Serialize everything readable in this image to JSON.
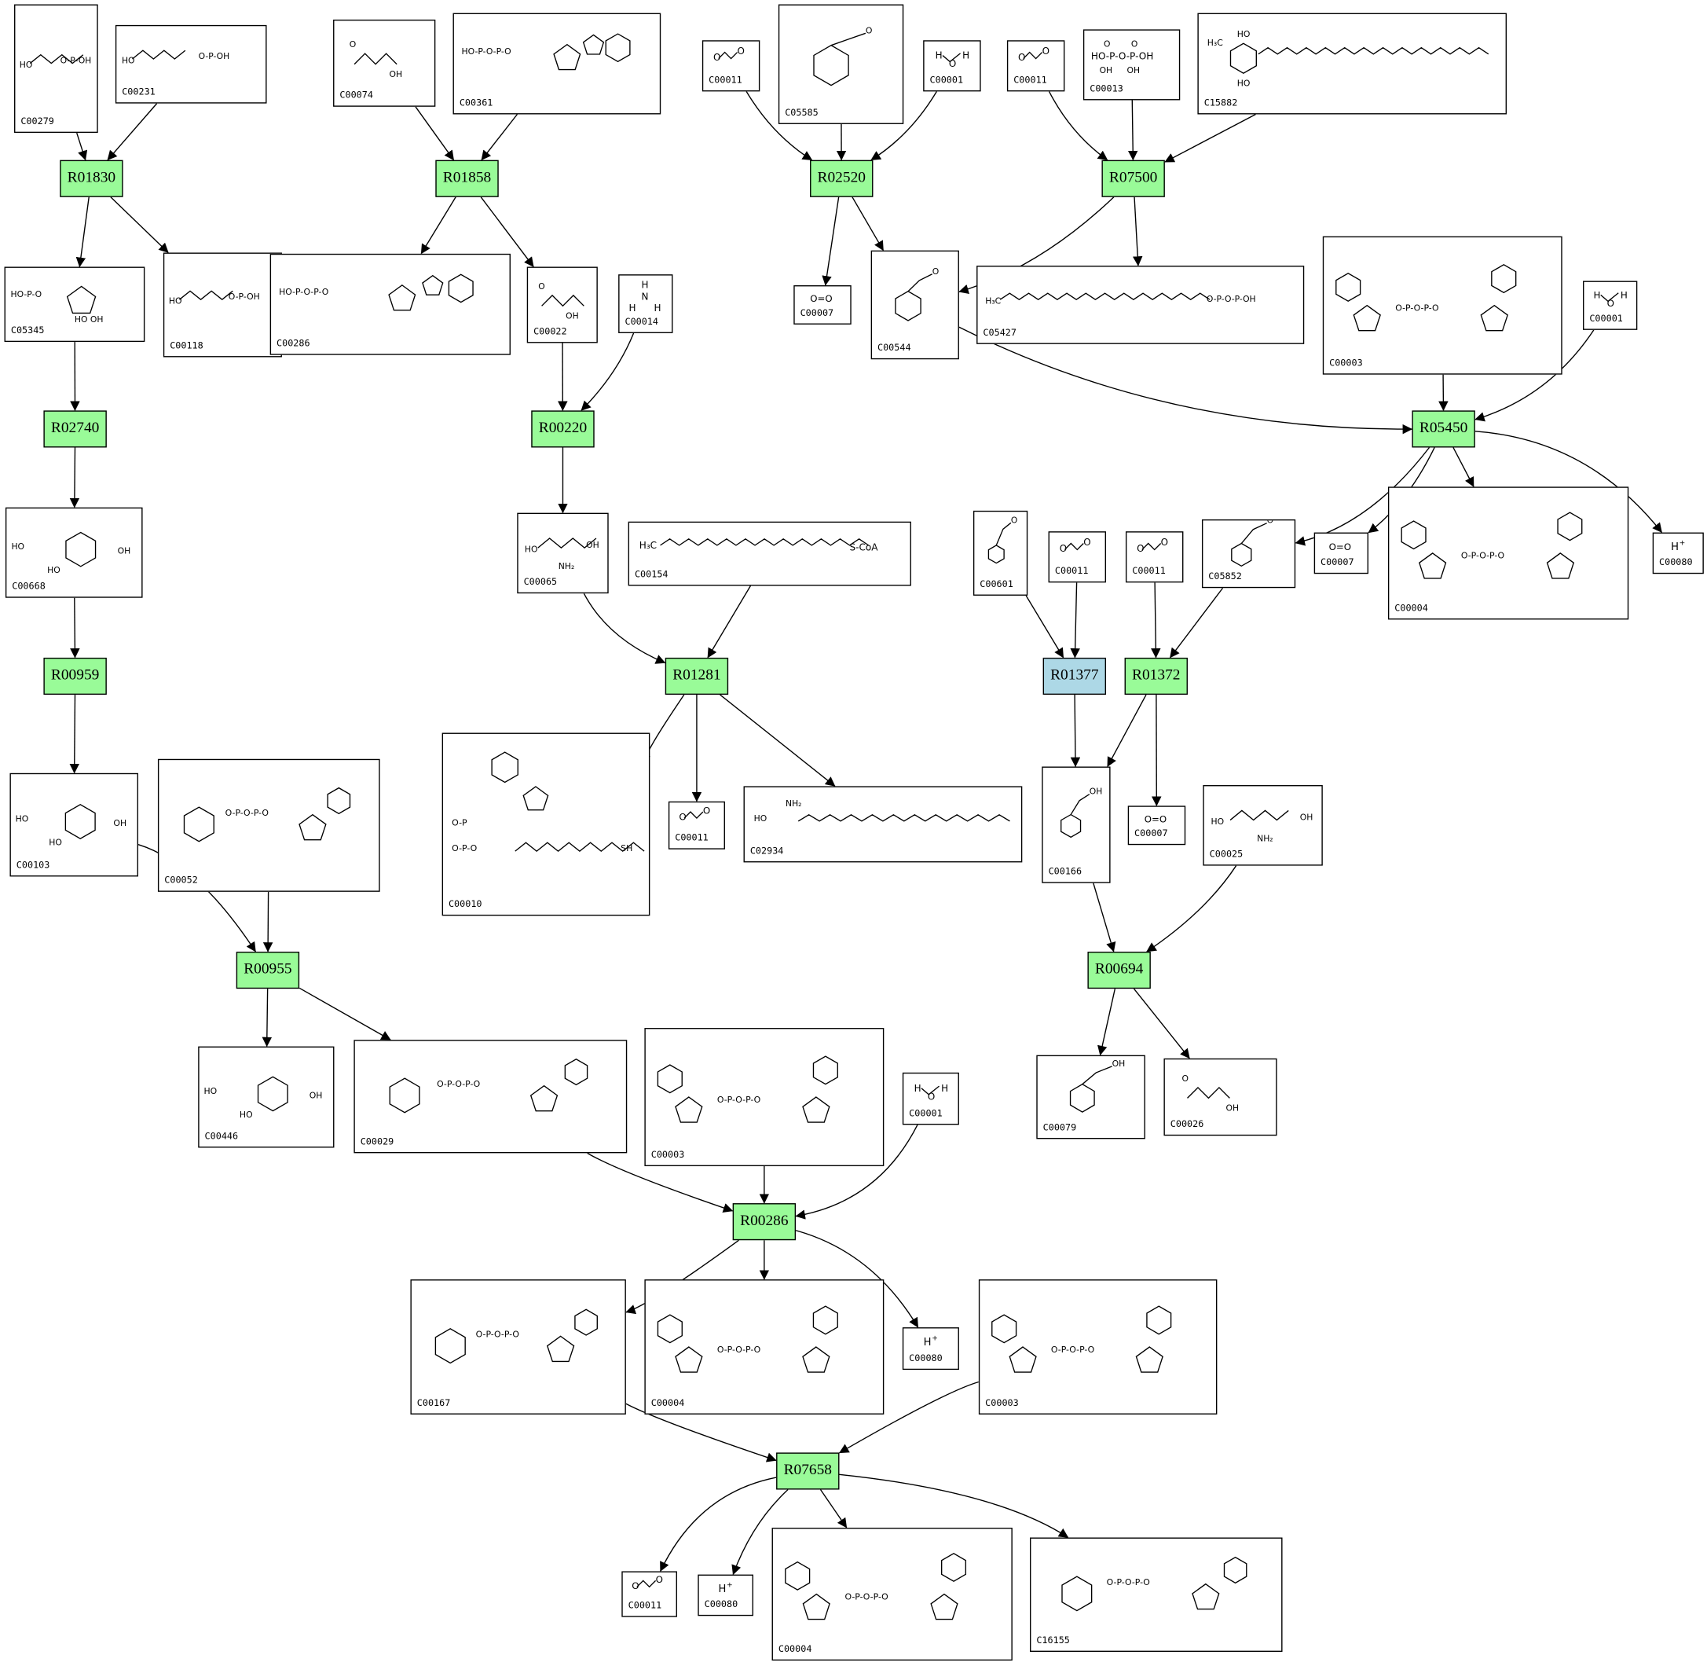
{
  "colors": {
    "reaction_default": "#99fb98",
    "reaction_highlight": "#add8e6",
    "edge": "#000000",
    "box_border": "#000000"
  },
  "reactions": [
    {
      "id": "R01830",
      "highlight": false
    },
    {
      "id": "R01858",
      "highlight": false
    },
    {
      "id": "R02520",
      "highlight": false
    },
    {
      "id": "R07500",
      "highlight": false
    },
    {
      "id": "R02740",
      "highlight": false
    },
    {
      "id": "R00220",
      "highlight": false
    },
    {
      "id": "R05450",
      "highlight": false
    },
    {
      "id": "R00959",
      "highlight": false
    },
    {
      "id": "R01281",
      "highlight": false
    },
    {
      "id": "R01377",
      "highlight": true
    },
    {
      "id": "R01372",
      "highlight": false
    },
    {
      "id": "R00955",
      "highlight": false
    },
    {
      "id": "R00694",
      "highlight": false
    },
    {
      "id": "R00286",
      "highlight": false
    },
    {
      "id": "R07658",
      "highlight": false
    }
  ],
  "compounds": [
    {
      "key": "c00279",
      "label": "C00279",
      "mol": "sugar-phosphate"
    },
    {
      "key": "c00231",
      "label": "C00231",
      "mol": "sugar-phosphate"
    },
    {
      "key": "c00074",
      "label": "C00074",
      "mol": "phosphoenolpyruvate"
    },
    {
      "key": "c00361",
      "label": "C00361",
      "mol": "nucleotide"
    },
    {
      "key": "c00011a",
      "label": "C00011",
      "mol": "co2"
    },
    {
      "key": "c05585",
      "label": "C05585",
      "mol": "aromatic"
    },
    {
      "key": "c00001a",
      "label": "C00001",
      "mol": "water"
    },
    {
      "key": "c00011b",
      "label": "C00011",
      "mol": "co2"
    },
    {
      "key": "c00013",
      "label": "C00013",
      "mol": "diphosphate"
    },
    {
      "key": "c15882",
      "label": "C15882",
      "mol": "prenyl-aromatic"
    },
    {
      "key": "c05345",
      "label": "C05345",
      "mol": "furanose"
    },
    {
      "key": "c00118",
      "label": "C00118",
      "mol": "small-phosphate"
    },
    {
      "key": "c00286",
      "label": "C00286",
      "mol": "nucleotide"
    },
    {
      "key": "c00022",
      "label": "C00022",
      "mol": "small-acid"
    },
    {
      "key": "c00014",
      "label": "C00014",
      "mol": "ammonia"
    },
    {
      "key": "c00007a",
      "label": "C00007",
      "mol": "o2"
    },
    {
      "key": "c00544",
      "label": "C00544",
      "mol": "aromatic"
    },
    {
      "key": "c05427",
      "label": "C05427",
      "mol": "prenyl-chain"
    },
    {
      "key": "c00003a",
      "label": "C00003",
      "mol": "dinucleotide"
    },
    {
      "key": "c00001b",
      "label": "C00001",
      "mol": "water"
    },
    {
      "key": "c00668",
      "label": "C00668",
      "mol": "pyranose"
    },
    {
      "key": "c00065",
      "label": "C00065",
      "mol": "amino-acid"
    },
    {
      "key": "c00154",
      "label": "C00154",
      "mol": "fatty-acyl-coa"
    },
    {
      "key": "c00601",
      "label": "C00601",
      "mol": "aromatic"
    },
    {
      "key": "c00011c",
      "label": "C00011",
      "mol": "co2"
    },
    {
      "key": "c00011d",
      "label": "C00011",
      "mol": "co2"
    },
    {
      "key": "c05852",
      "label": "C05852",
      "mol": "aromatic"
    },
    {
      "key": "c00007b",
      "label": "C00007",
      "mol": "o2"
    },
    {
      "key": "c00004a",
      "label": "C00004",
      "mol": "dinucleotide"
    },
    {
      "key": "c00080a",
      "label": "C00080",
      "mol": "proton"
    },
    {
      "key": "c00103",
      "label": "C00103",
      "mol": "pyranose"
    },
    {
      "key": "c00052",
      "label": "C00052",
      "mol": "udp-sugar"
    },
    {
      "key": "c00010",
      "label": "C00010",
      "mol": "coa"
    },
    {
      "key": "c00011e",
      "label": "C00011",
      "mol": "co2"
    },
    {
      "key": "c02934",
      "label": "C02934",
      "mol": "long-chain"
    },
    {
      "key": "c00166",
      "label": "C00166",
      "mol": "aromatic-acid"
    },
    {
      "key": "c00007c",
      "label": "C00007",
      "mol": "o2"
    },
    {
      "key": "c00025",
      "label": "C00025",
      "mol": "amino-acid"
    },
    {
      "key": "c00446",
      "label": "C00446",
      "mol": "pyranose"
    },
    {
      "key": "c00029",
      "label": "C00029",
      "mol": "udp-sugar"
    },
    {
      "key": "c00003b",
      "label": "C00003",
      "mol": "dinucleotide"
    },
    {
      "key": "c00001c",
      "label": "C00001",
      "mol": "water"
    },
    {
      "key": "c00079",
      "label": "C00079",
      "mol": "aromatic-acid"
    },
    {
      "key": "c00026",
      "label": "C00026",
      "mol": "small-acid"
    },
    {
      "key": "c00167",
      "label": "C00167",
      "mol": "udp-sugar"
    },
    {
      "key": "c00004b",
      "label": "C00004",
      "mol": "dinucleotide"
    },
    {
      "key": "c00080b",
      "label": "C00080",
      "mol": "proton"
    },
    {
      "key": "c00003c",
      "label": "C00003",
      "mol": "dinucleotide"
    },
    {
      "key": "c00011f",
      "label": "C00011",
      "mol": "co2"
    },
    {
      "key": "c00080c",
      "label": "C00080",
      "mol": "proton"
    },
    {
      "key": "c00004c",
      "label": "C00004",
      "mol": "dinucleotide"
    },
    {
      "key": "c16155",
      "label": "C16155",
      "mol": "udp-sugar"
    }
  ],
  "edges": [
    [
      "c00279",
      "R01830"
    ],
    [
      "c00231",
      "R01830"
    ],
    [
      "R01830",
      "c05345"
    ],
    [
      "R01830",
      "c00118"
    ],
    [
      "c00074",
      "R01858"
    ],
    [
      "c00361",
      "R01858"
    ],
    [
      "R01858",
      "c00286"
    ],
    [
      "R01858",
      "c00022"
    ],
    [
      "c00011a",
      "R02520"
    ],
    [
      "c05585",
      "R02520"
    ],
    [
      "c00001a",
      "R02520"
    ],
    [
      "R02520",
      "c00007a"
    ],
    [
      "R02520",
      "c00544"
    ],
    [
      "c00011b",
      "R07500"
    ],
    [
      "c00013",
      "R07500"
    ],
    [
      "c15882",
      "R07500"
    ],
    [
      "R07500",
      "c00544"
    ],
    [
      "R07500",
      "c05427"
    ],
    [
      "c05345",
      "R02740"
    ],
    [
      "R02740",
      "c00668"
    ],
    [
      "c00022",
      "R00220"
    ],
    [
      "c00014",
      "R00220"
    ],
    [
      "R00220",
      "c00065"
    ],
    [
      "c00544",
      "R05450"
    ],
    [
      "c00003a",
      "R05450"
    ],
    [
      "c00001b",
      "R05450"
    ],
    [
      "R05450",
      "c05852"
    ],
    [
      "R05450",
      "c00007b"
    ],
    [
      "R05450",
      "c00004a"
    ],
    [
      "R05450",
      "c00080a"
    ],
    [
      "c00668",
      "R00959"
    ],
    [
      "R00959",
      "c00103"
    ],
    [
      "c00065",
      "R01281"
    ],
    [
      "c00154",
      "R01281"
    ],
    [
      "R01281",
      "c00010"
    ],
    [
      "R01281",
      "c00011e"
    ],
    [
      "R01281",
      "c02934"
    ],
    [
      "c00601",
      "R01377"
    ],
    [
      "c00011c",
      "R01377"
    ],
    [
      "R01377",
      "c00166"
    ],
    [
      "c00011d",
      "R01372"
    ],
    [
      "c05852",
      "R01372"
    ],
    [
      "R01372",
      "c00166"
    ],
    [
      "R01372",
      "c00007c"
    ],
    [
      "c00103",
      "R00955"
    ],
    [
      "c00052",
      "R00955"
    ],
    [
      "R00955",
      "c00446"
    ],
    [
      "R00955",
      "c00029"
    ],
    [
      "c00166",
      "R00694"
    ],
    [
      "c00025",
      "R00694"
    ],
    [
      "R00694",
      "c00079"
    ],
    [
      "R00694",
      "c00026"
    ],
    [
      "c00029",
      "R00286"
    ],
    [
      "c00003b",
      "R00286"
    ],
    [
      "c00001c",
      "R00286"
    ],
    [
      "R00286",
      "c00167"
    ],
    [
      "R00286",
      "c00004b"
    ],
    [
      "R00286",
      "c00080b"
    ],
    [
      "c00167",
      "R07658"
    ],
    [
      "c00003c",
      "R07658"
    ],
    [
      "R07658",
      "c00011f"
    ],
    [
      "R07658",
      "c00080c"
    ],
    [
      "R07658",
      "c00004c"
    ],
    [
      "R07658",
      "c16155"
    ]
  ]
}
